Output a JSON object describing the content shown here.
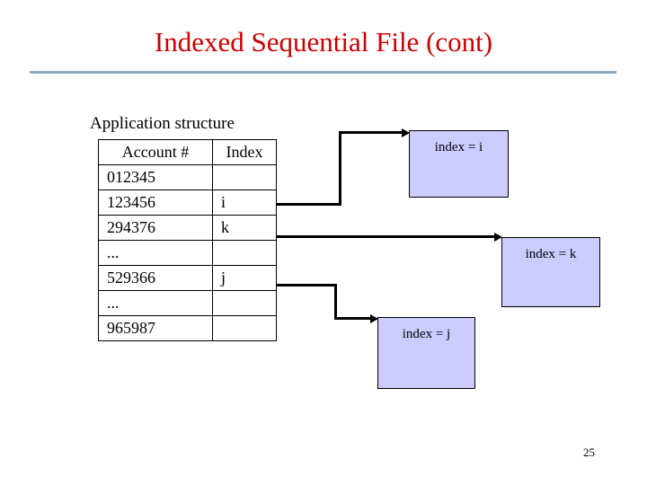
{
  "slide": {
    "title": "Indexed Sequential File (cont)",
    "page_number": "25",
    "title_color": "#CC0000",
    "rule_color": "#8BAAC4",
    "box_fill_color": "#CCCCFF",
    "box_border_color": "#000000"
  },
  "diagram": {
    "caption": "Application structure",
    "table": {
      "headers": [
        "Account #",
        "Index"
      ],
      "rows": [
        {
          "account": "012345",
          "index": ""
        },
        {
          "account": "123456",
          "index": "i"
        },
        {
          "account": "294376",
          "index": "k"
        },
        {
          "account": "...",
          "index": ""
        },
        {
          "account": "529366",
          "index": "j"
        },
        {
          "account": "...",
          "index": ""
        },
        {
          "account": "965987",
          "index": ""
        }
      ]
    },
    "boxes": [
      {
        "label": "index = i"
      },
      {
        "label": "index = k"
      },
      {
        "label": "index = j"
      }
    ]
  }
}
